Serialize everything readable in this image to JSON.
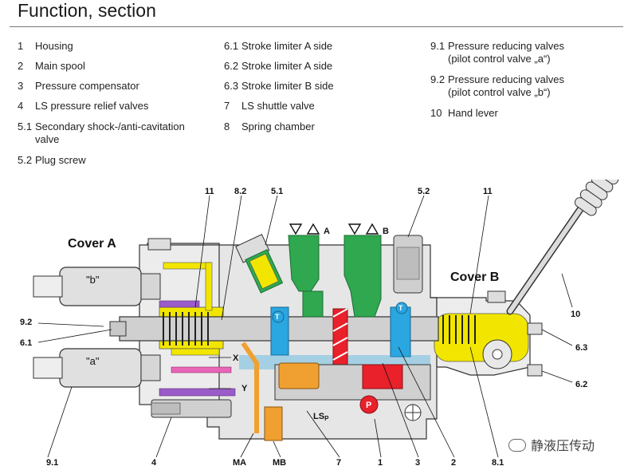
{
  "title": "Function, section",
  "legend": {
    "col1": [
      {
        "num": "1",
        "text": "Housing"
      },
      {
        "num": "2",
        "text": "Main spool"
      },
      {
        "num": "3",
        "text": "Pressure compensator"
      },
      {
        "num": "4",
        "text": "LS pressure relief valves"
      },
      {
        "num": "5.1",
        "text": "Secondary shock-/anti-cavitation",
        "text2": "valve"
      },
      {
        "num": "5.2",
        "text": "Plug screw"
      }
    ],
    "col2": [
      {
        "num": "6.1",
        "text": "Stroke limiter A side"
      },
      {
        "num": "6.2",
        "text": "Stroke limiter A side"
      },
      {
        "num": "6.3",
        "text": "Stroke limiter B side"
      },
      {
        "num": "7",
        "text": "LS shuttle valve"
      },
      {
        "num": "8",
        "text": "Spring chamber"
      }
    ],
    "col3": [
      {
        "num": "9.1",
        "text": "Pressure reducing valves",
        "text2": "(pilot control valve „a“)"
      },
      {
        "num": "9.2",
        "text": "Pressure reducing valves",
        "text2": "(pilot control valve „b“)"
      },
      {
        "num": "10",
        "text": "Hand lever"
      }
    ]
  },
  "diagram": {
    "cover_a": "Cover A",
    "cover_b": "Cover B",
    "coil_b": "\"b\"",
    "coil_a": "\"a\"",
    "port_a": "A",
    "port_b": "B",
    "port_x": "X",
    "port_y": "Y",
    "port_p": "P",
    "port_t1": "T",
    "port_t2": "T",
    "port_lsp": "LS",
    "port_lsp_sub": "P",
    "callouts": {
      "top_11a": "11",
      "top_82": "8.2",
      "top_51": "5.1",
      "top_52": "5.2",
      "top_11b": "11",
      "left_92": "9.2",
      "left_61": "6.1",
      "left_91": "9.1",
      "right_10": "10",
      "right_63": "6.3",
      "right_62": "6.2",
      "bot_4": "4",
      "bot_ma": "MA",
      "bot_mb": "MB",
      "bot_7": "7",
      "bot_1": "1",
      "bot_3": "3",
      "bot_2": "2",
      "bot_81": "8.1"
    }
  },
  "watermark": "静液压传动",
  "colors": {
    "green": "#2fa84f",
    "yellow": "#f2e600",
    "blue": "#2aa6e0",
    "red": "#e8212a",
    "orange": "#f0a030",
    "purple": "#9a5cc8",
    "pink": "#e866b8",
    "housing": "#e6e6e6"
  }
}
